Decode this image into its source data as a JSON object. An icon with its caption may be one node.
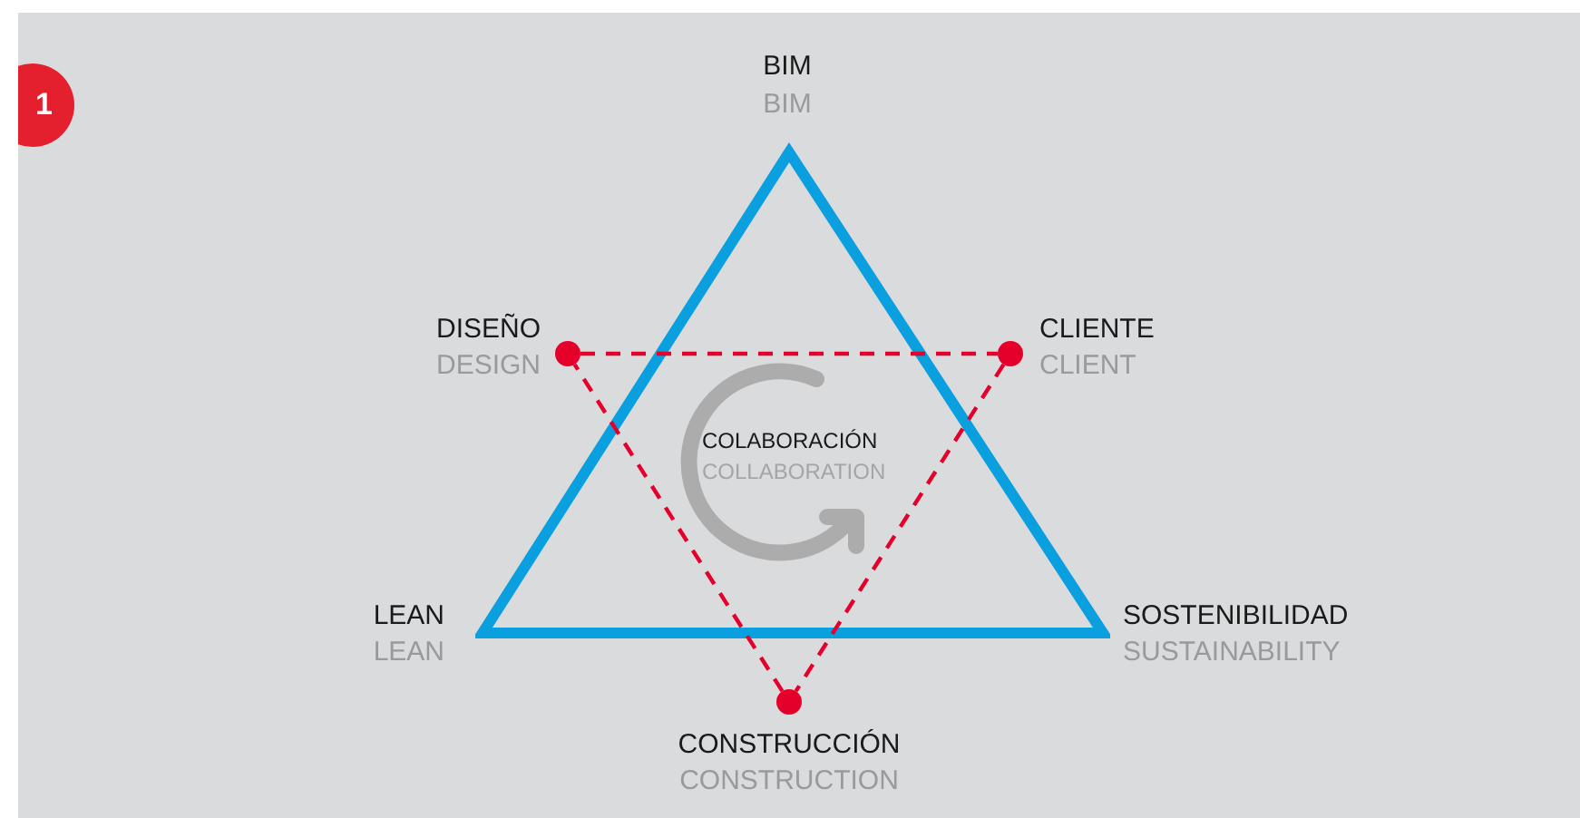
{
  "diagram": {
    "nodes": [
      {
        "text": [],
        "shape": "triangle"
      },
      {
        "text": [
          "COLABORACIÓN",
          "COLLABORATION"
        ],
        "in": 0
      },
      {
        "text": [],
        "shape": "circle",
        "beside": [
          "DISEÑO",
          "DESIGN"
        ]
      },
      {
        "text": [],
        "shape": "circle",
        "beside": [
          "CLIENTE",
          "CLIENT"
        ]
      },
      {
        "text": [],
        "shape": "circle",
        "beside": [
          "CONSTRUCCIÓN",
          "CONSTRUCTION"
        ]
      }
    ],
    "edges": [
      {
        "from": 2,
        "to": 3,
        "arrow": "none",
        "style": "dashed"
      },
      {
        "from": 3,
        "to": 4,
        "arrow": "none",
        "style": "dashed"
      },
      {
        "from": 4,
        "to": 2,
        "arrow": "none",
        "style": "dashed"
      }
    ],
    "labels": [
      "1",
      "BIM",
      "BIM",
      "LEAN",
      "LEAN",
      "SOSTENIBILIDAD",
      "SUSTAINABILITY"
    ]
  }
}
